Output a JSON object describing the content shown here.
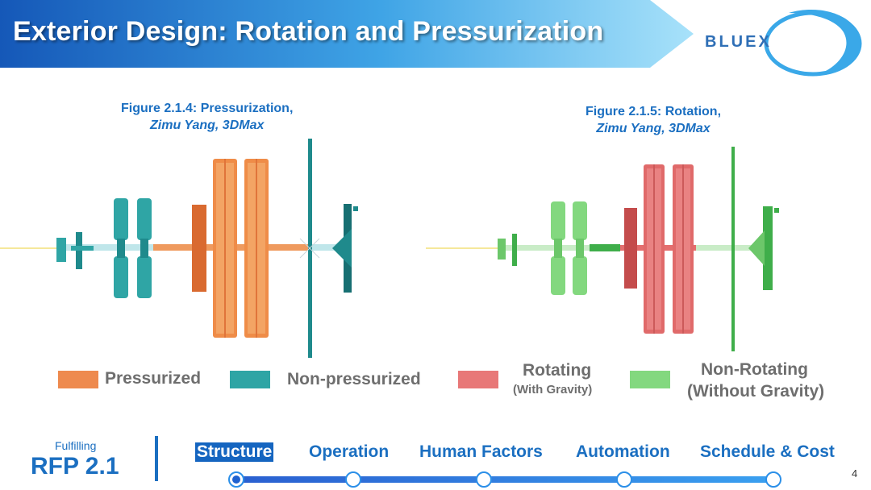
{
  "header": {
    "title": "Exterior Design: Rotation and Pressurization",
    "logo_text": "BLUEX"
  },
  "figures": [
    {
      "caption_line1": "Figure 2.1.4: Pressurization,",
      "caption_line2": "Zimu Yang, 3DMax"
    },
    {
      "caption_line1": "Figure 2.1.5: Rotation,",
      "caption_line2": "Zimu Yang, 3DMax"
    }
  ],
  "legend": {
    "pressurized": {
      "label": "Pressurized",
      "color": "#ee8a4e"
    },
    "non_pressurized": {
      "label": "Non-pressurized",
      "color": "#2fa5a5"
    },
    "rotating": {
      "label": "Rotating",
      "sub": "(With Gravity)",
      "color": "#e87878"
    },
    "non_rotating": {
      "label": "Non-Rotating",
      "sub": "(Without Gravity)",
      "color": "#83d87f"
    }
  },
  "footer": {
    "fulfilling_label": "Fulfilling",
    "rfp_label": "RFP 2.1",
    "nav": [
      {
        "label": "Structure",
        "active": true
      },
      {
        "label": "Operation",
        "active": false
      },
      {
        "label": "Human Factors",
        "active": false
      },
      {
        "label": "Automation",
        "active": false
      },
      {
        "label": "Schedule & Cost",
        "active": false
      }
    ],
    "page_number": "4"
  },
  "colors": {
    "brand_blue": "#1b6fc1",
    "banner_start": "#1565c0",
    "banner_end": "#9fdcf8",
    "pressurized_dark": "#e0743a",
    "pressurized_mid": "#c8632c",
    "nonpress_dark": "#1f8a8c",
    "nonpress_darker": "#176f72",
    "rotating_main": "#e06a6a",
    "rotating_dark": "#c44c4c",
    "nonrot_main": "#6cc76a",
    "nonrot_dark": "#3fae4a"
  }
}
